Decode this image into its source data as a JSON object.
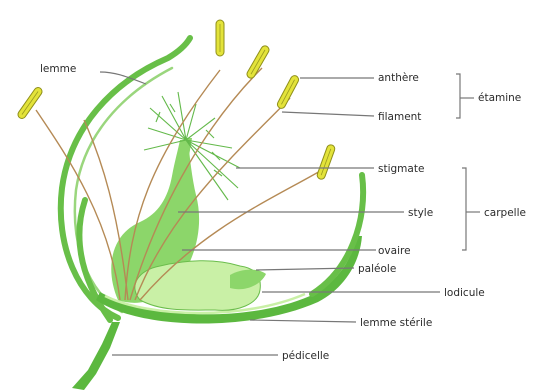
{
  "labels": {
    "lemma": "lemme",
    "anther": "anthère",
    "stamen": "étamine",
    "filament": "filament",
    "stigma": "stigmate",
    "style": "style",
    "carpel": "carpelle",
    "ovary": "ovaire",
    "palea": "paléole",
    "lodicule": "lodicule",
    "sterile_lemma": "lemme stérile",
    "pedicel": "pédicelle"
  },
  "colors": {
    "stem_green": "#5cb83f",
    "pale_green": "#c9f0a6",
    "anther_yellow": "#e3e33a",
    "filament_brown": "#b58a55",
    "leader_gray": "#777777"
  }
}
